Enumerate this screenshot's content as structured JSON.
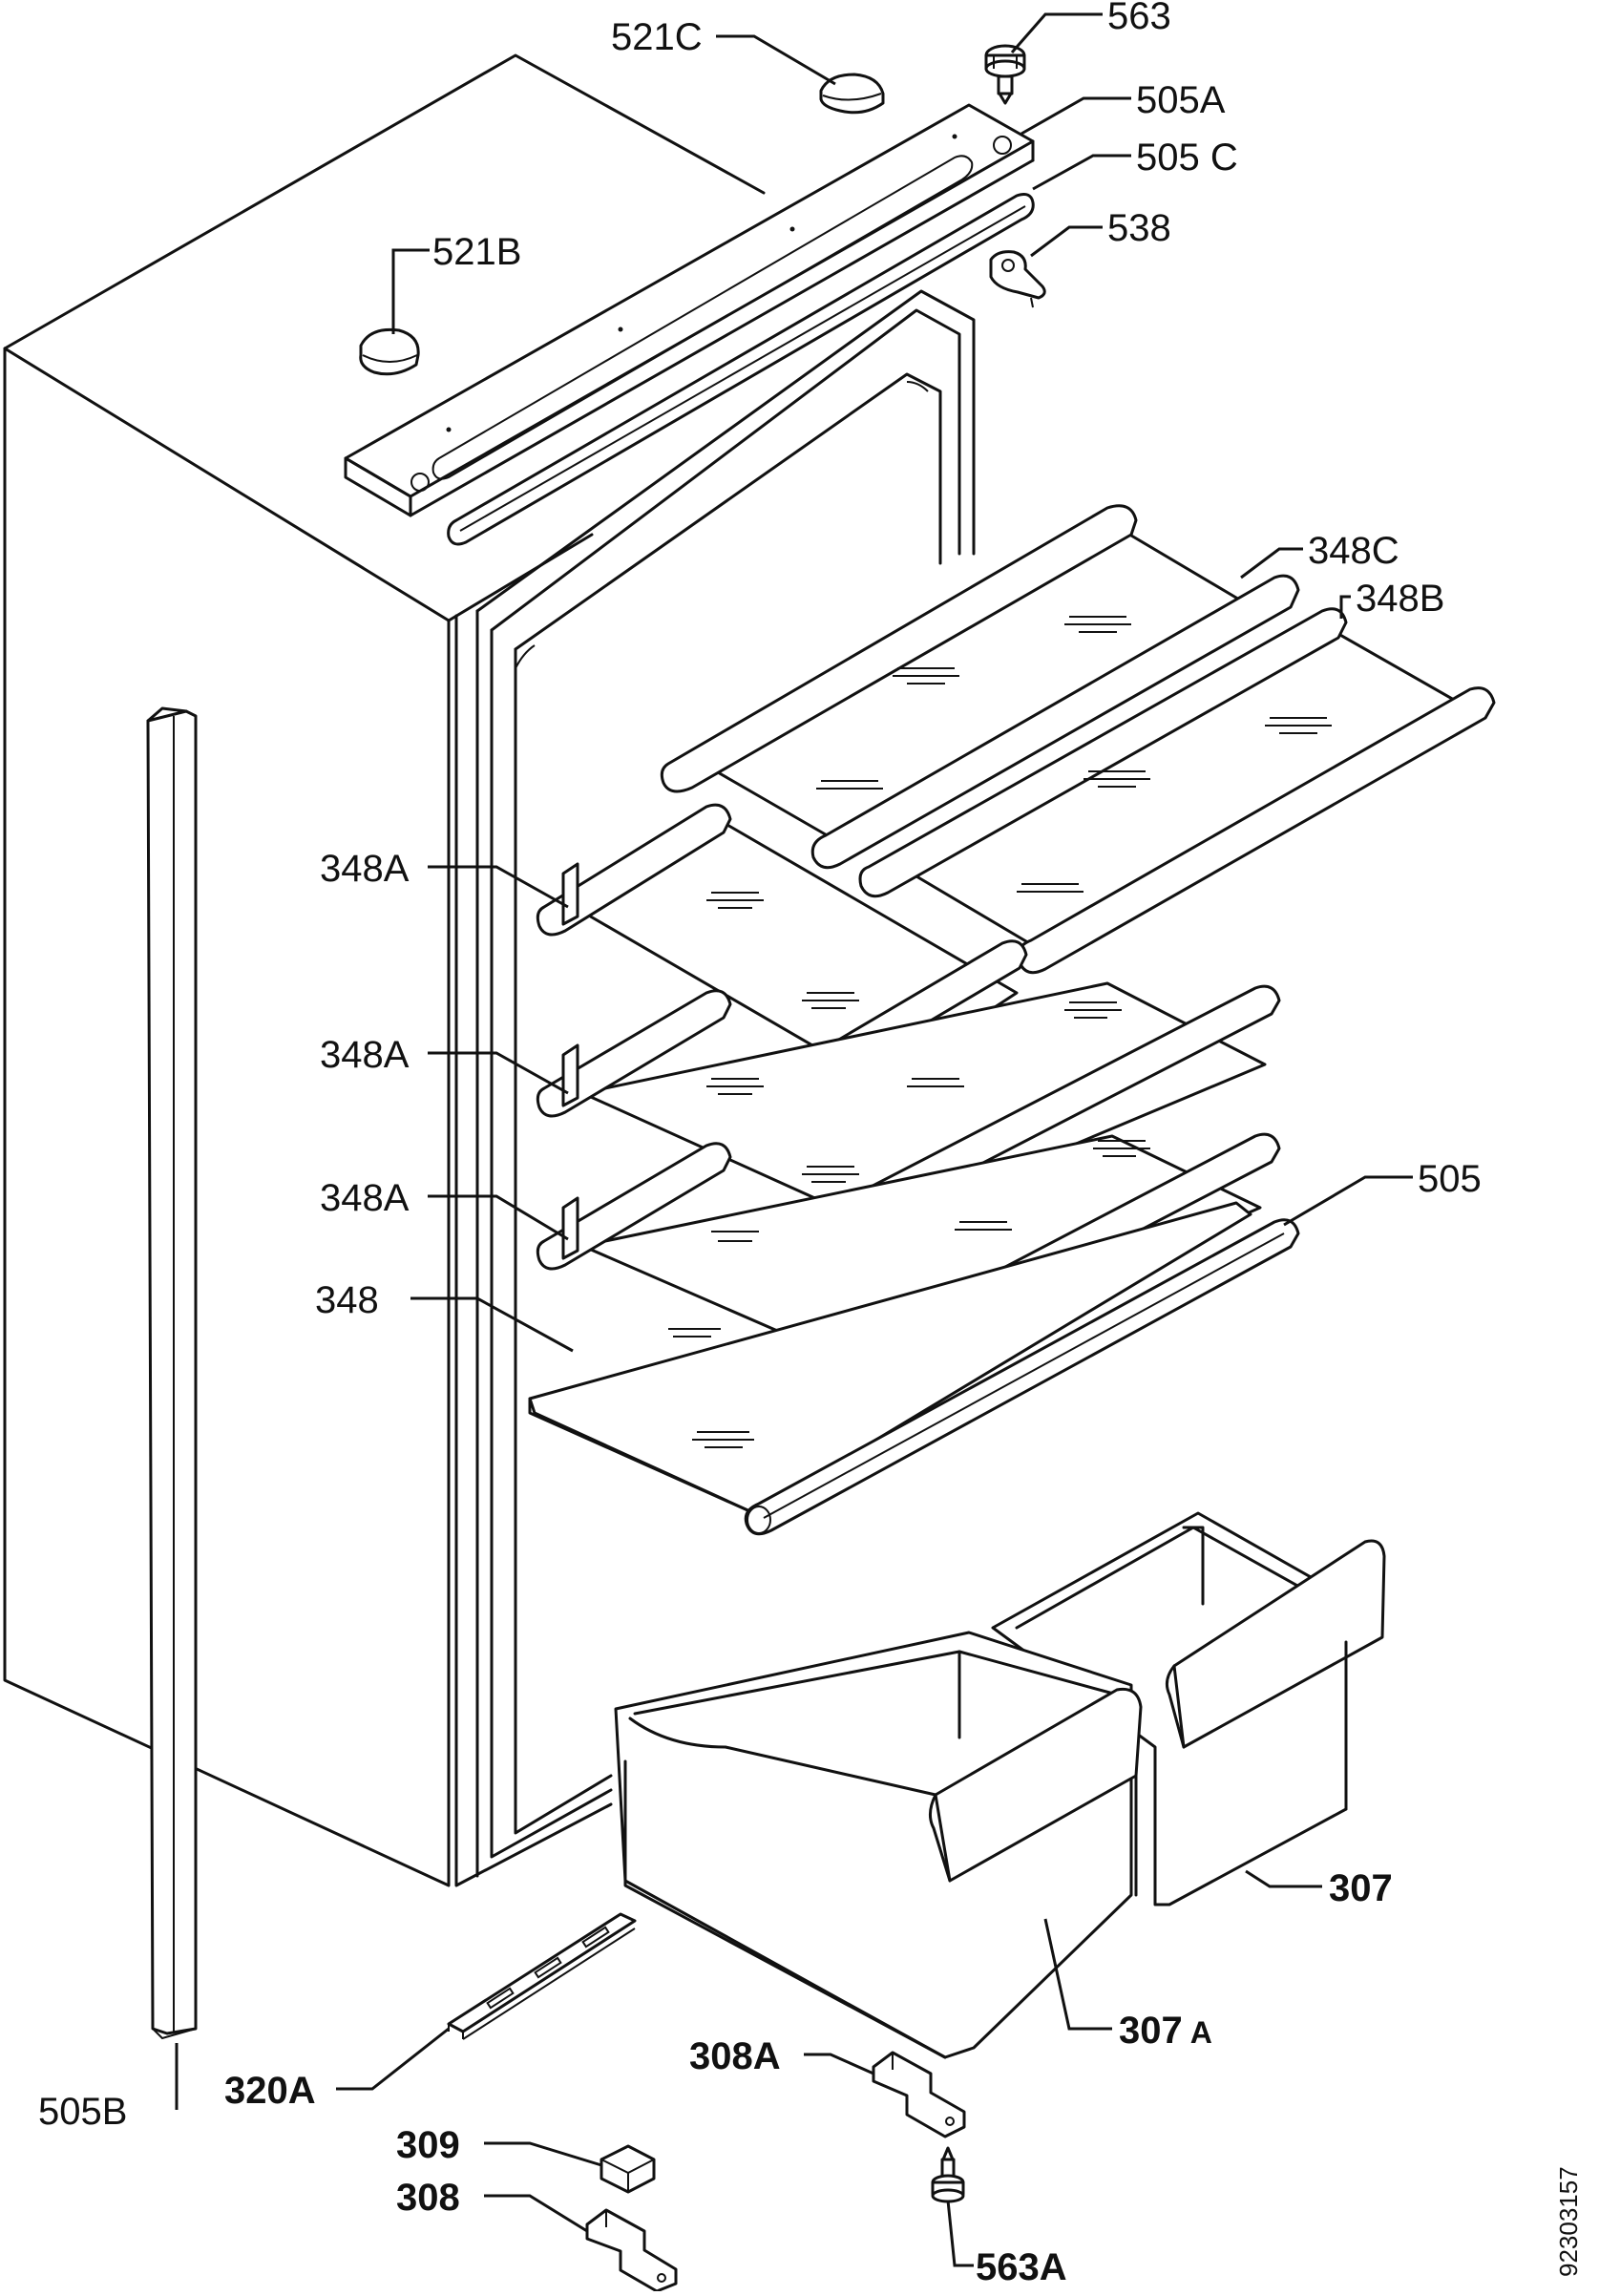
{
  "labels": {
    "p563": "563",
    "p521c": "521C",
    "p505a": "505A",
    "p505c": "505 C",
    "p538": "538",
    "p521b": "521B",
    "p348c": "348C",
    "p348b": "348B",
    "p348a_1": "348A",
    "p348a_2": "348A",
    "p348a_3": "348A",
    "p505": "505",
    "p348": "348",
    "p307": "307",
    "p307a": "307",
    "p307a_suffix": "A",
    "p320a": "320A",
    "p505b": "505B",
    "p308a": "308A",
    "p309": "309",
    "p308": "308",
    "p563a": "563A"
  },
  "doc_number": "92303157"
}
